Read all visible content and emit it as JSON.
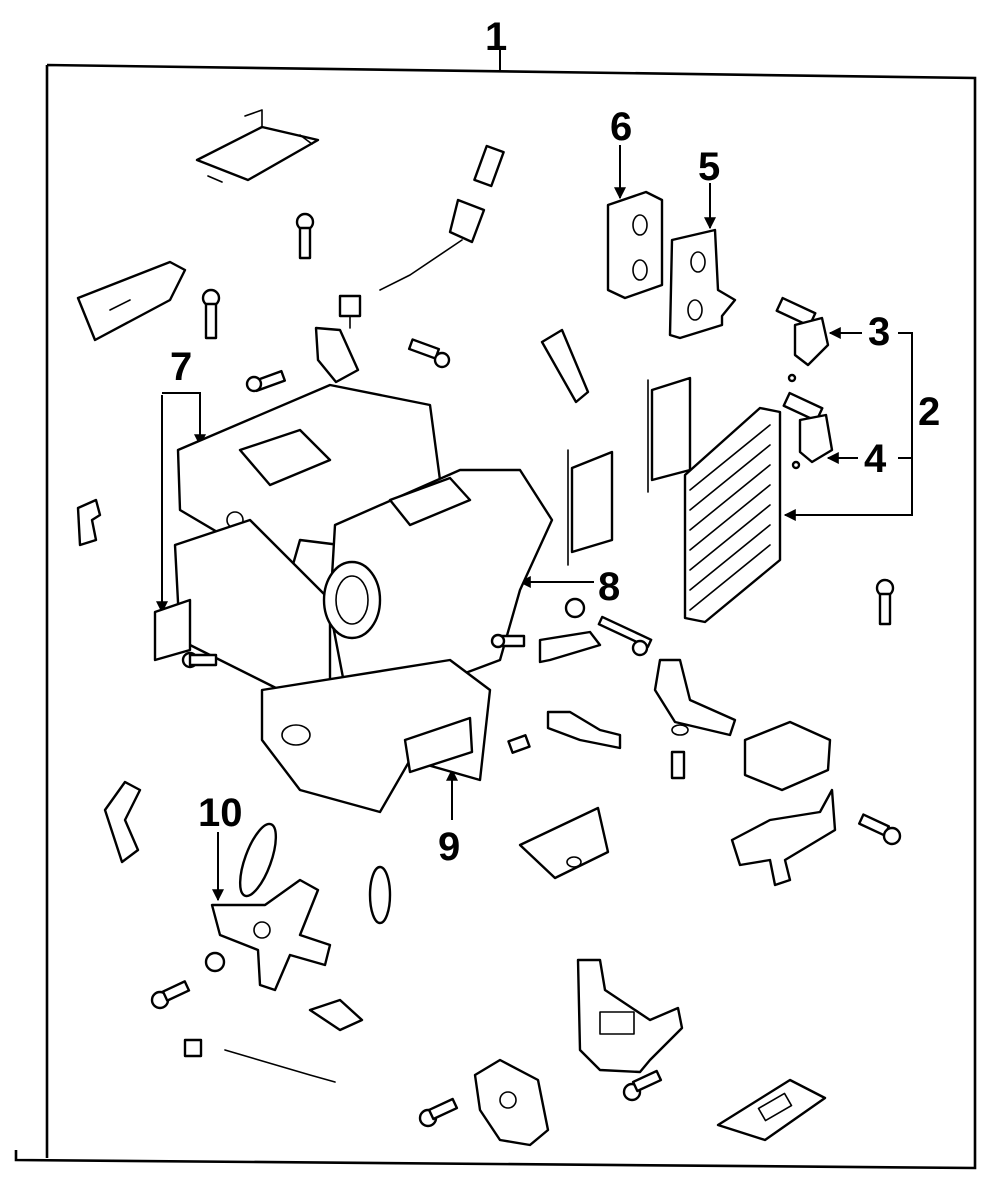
{
  "diagram": {
    "type": "exploded-parts-diagram",
    "subject": "HVAC heater / blower case assembly",
    "colors": {
      "line": "#000000",
      "background": "#ffffff"
    },
    "callouts": [
      {
        "id": "c1",
        "label": "1",
        "refers_to": "complete assembly (bracket frame)"
      },
      {
        "id": "c2",
        "label": "2",
        "refers_to": "heater core assembly (bracket group of 3, 4 and core)"
      },
      {
        "id": "c3",
        "label": "3",
        "refers_to": "upper core tube/fitting"
      },
      {
        "id": "c4",
        "label": "4",
        "refers_to": "lower core tube/fitting"
      },
      {
        "id": "c5",
        "label": "5",
        "refers_to": "bracket"
      },
      {
        "id": "c6",
        "label": "6",
        "refers_to": "seal / pad"
      },
      {
        "id": "c7",
        "label": "7",
        "refers_to": "upper and lower case halves"
      },
      {
        "id": "c8",
        "label": "8",
        "refers_to": "blower / distribution case"
      },
      {
        "id": "c9",
        "label": "9",
        "refers_to": "outlet duct"
      },
      {
        "id": "c10",
        "label": "10",
        "refers_to": "mode door link/lever"
      }
    ]
  }
}
